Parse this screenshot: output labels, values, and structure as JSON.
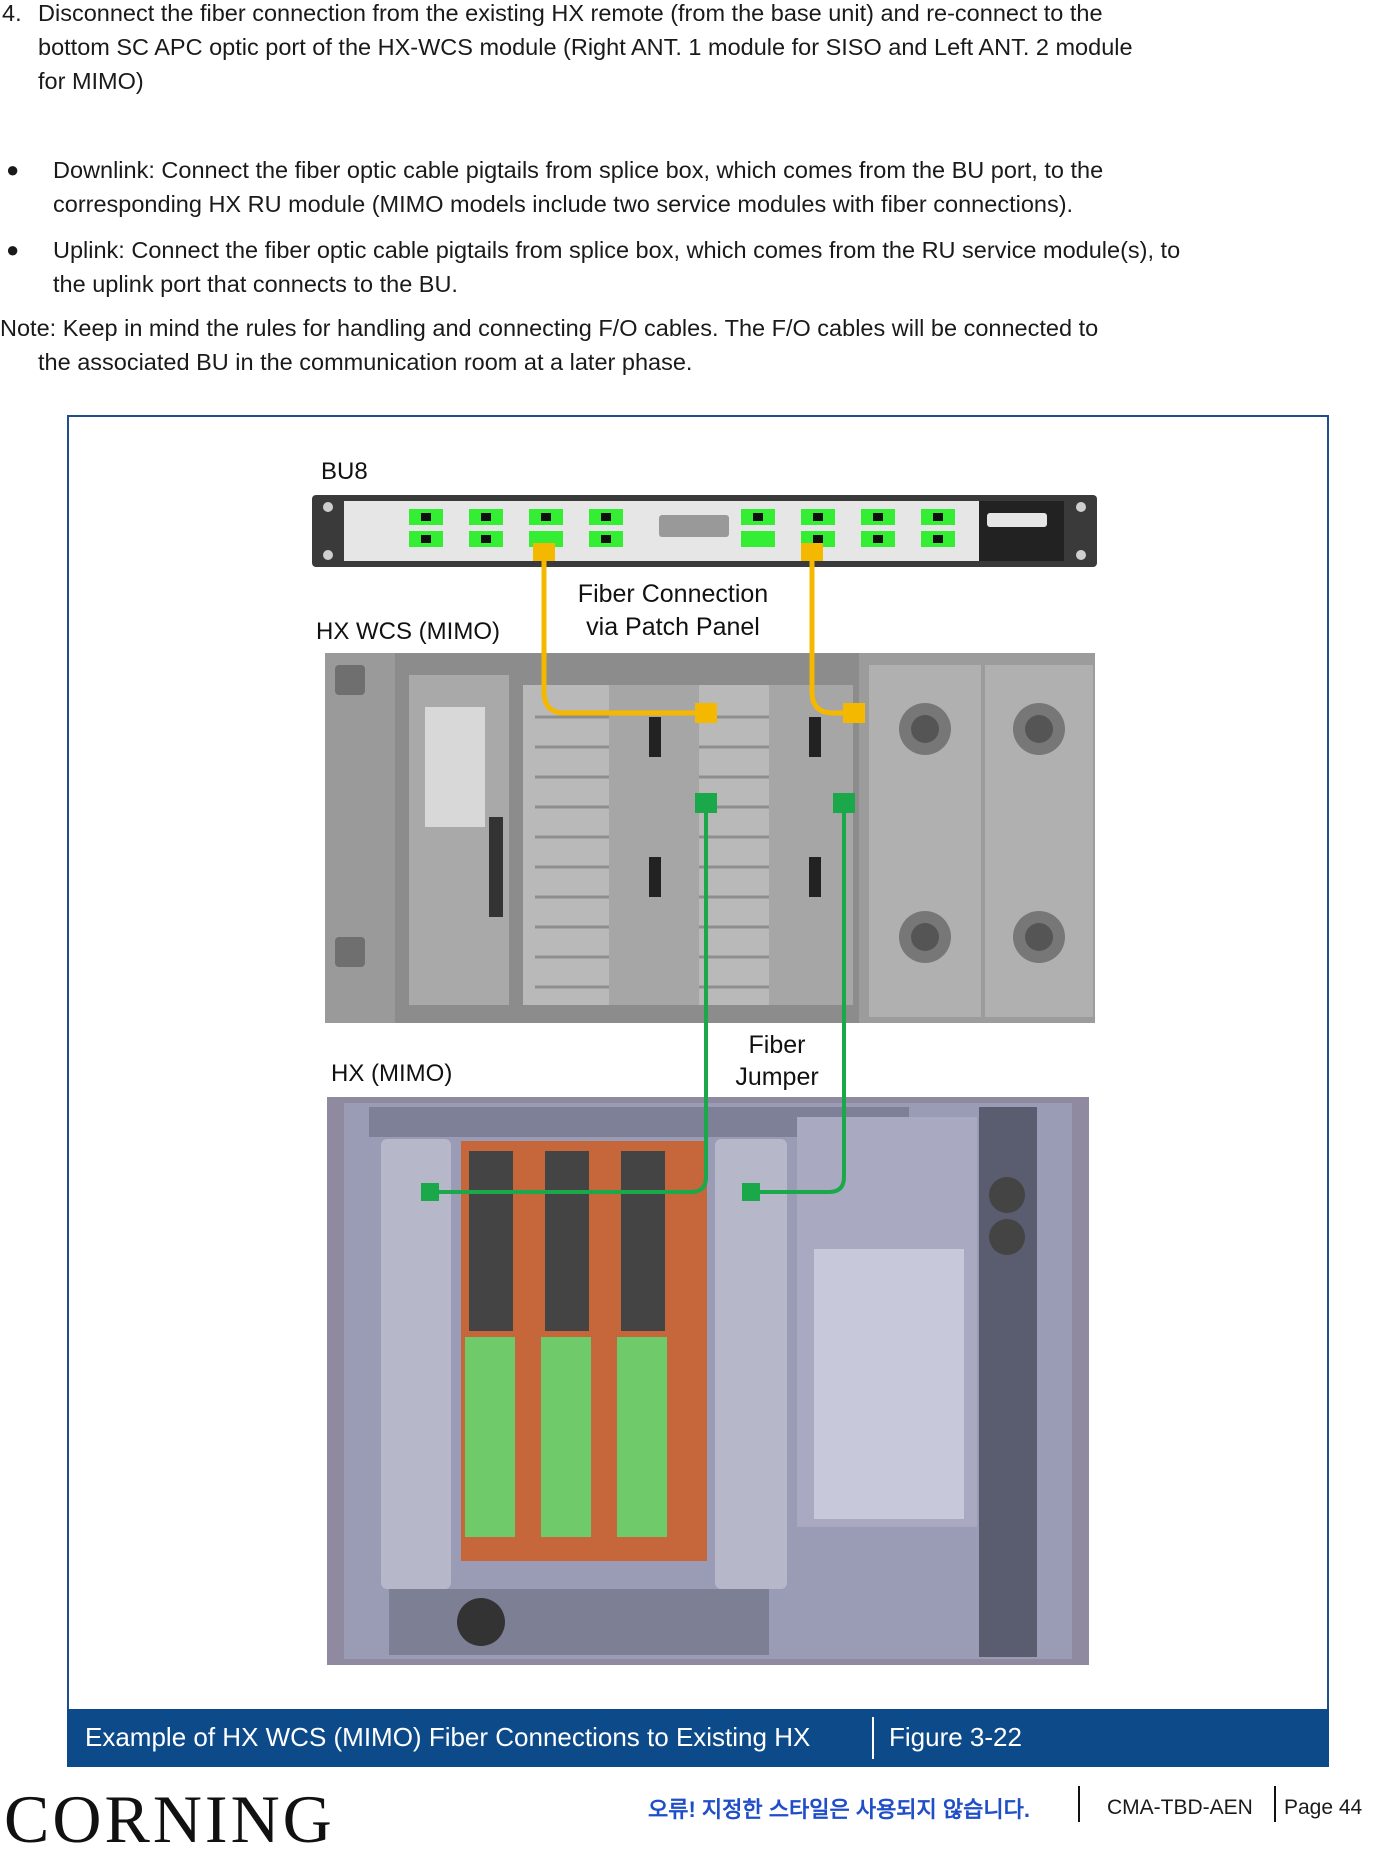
{
  "step": {
    "number": "4.",
    "lines": [
      "Disconnect the fiber connection from the existing HX remote (from the base unit) and re-connect to the",
      "bottom SC APC optic port of the HX-WCS module (Right ANT. 1 module for SISO and Left ANT. 2 module",
      "for MIMO)"
    ]
  },
  "bullets": [
    {
      "lines": [
        "Downlink: Connect the fiber optic cable pigtails from splice box, which comes from the BU port, to the",
        "corresponding HX RU module (MIMO models include two service modules with fiber connections)."
      ]
    },
    {
      "lines": [
        "Uplink: Connect the fiber optic cable pigtails from splice box, which comes from the RU service module(s), to",
        "the uplink port that connects to the BU."
      ]
    }
  ],
  "note": {
    "lines": [
      "Note: Keep in mind the rules for handling and connecting F/O cables. The F/O cables will be connected to",
      "the associated BU in the communication room at a later phase."
    ]
  },
  "figure": {
    "labels": {
      "bu8": "BU8",
      "hx_wcs": "HX WCS (MIMO)",
      "hx": "HX (MIMO)",
      "patch_1": "Fiber Connection",
      "patch_2": "via Patch Panel",
      "jumper_1": "Fiber",
      "jumper_2": "Jumper"
    },
    "caption": "Example of HX WCS (MIMO) Fiber Connections to Existing HX",
    "number": "Figure 3-22",
    "colors": {
      "patch_fiber": "#f5b800",
      "jumper_fiber": "#1aa84a",
      "frame": "#1f4e8c",
      "caption_bg": "#0d4a8a"
    }
  },
  "footer": {
    "logo": "CORNING",
    "style_error": "오류! 지정한 스타일은 사용되지 않습니다.",
    "doc_id": "CMA-TBD-AEN",
    "page": "Page 44"
  }
}
